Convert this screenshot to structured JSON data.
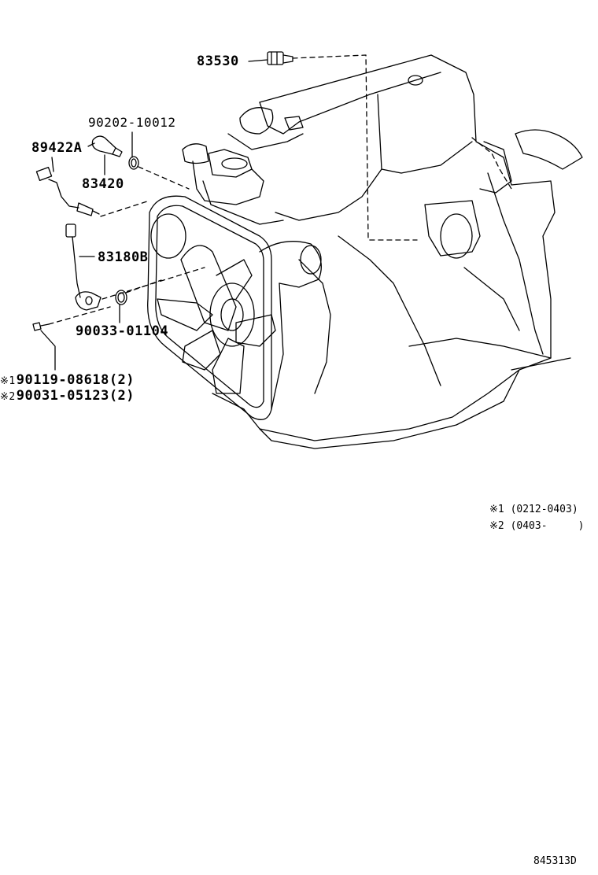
{
  "labels": {
    "p83530": "83530",
    "p90202": "90202-10012",
    "p89422": "89422A",
    "p83420": "83420",
    "p83180": "83180B",
    "p90033": "90033-01104",
    "p90119": "90119-08618(2)",
    "p90031": "90031-05123(2)"
  },
  "markers": {
    "m1": "※1",
    "m2": "※2"
  },
  "notes": {
    "n1_mark": "※1",
    "n1_text": "(0212-0403)",
    "n2_mark": "※2",
    "n2_text": "(0403-     )"
  },
  "figure_code": "845313D"
}
